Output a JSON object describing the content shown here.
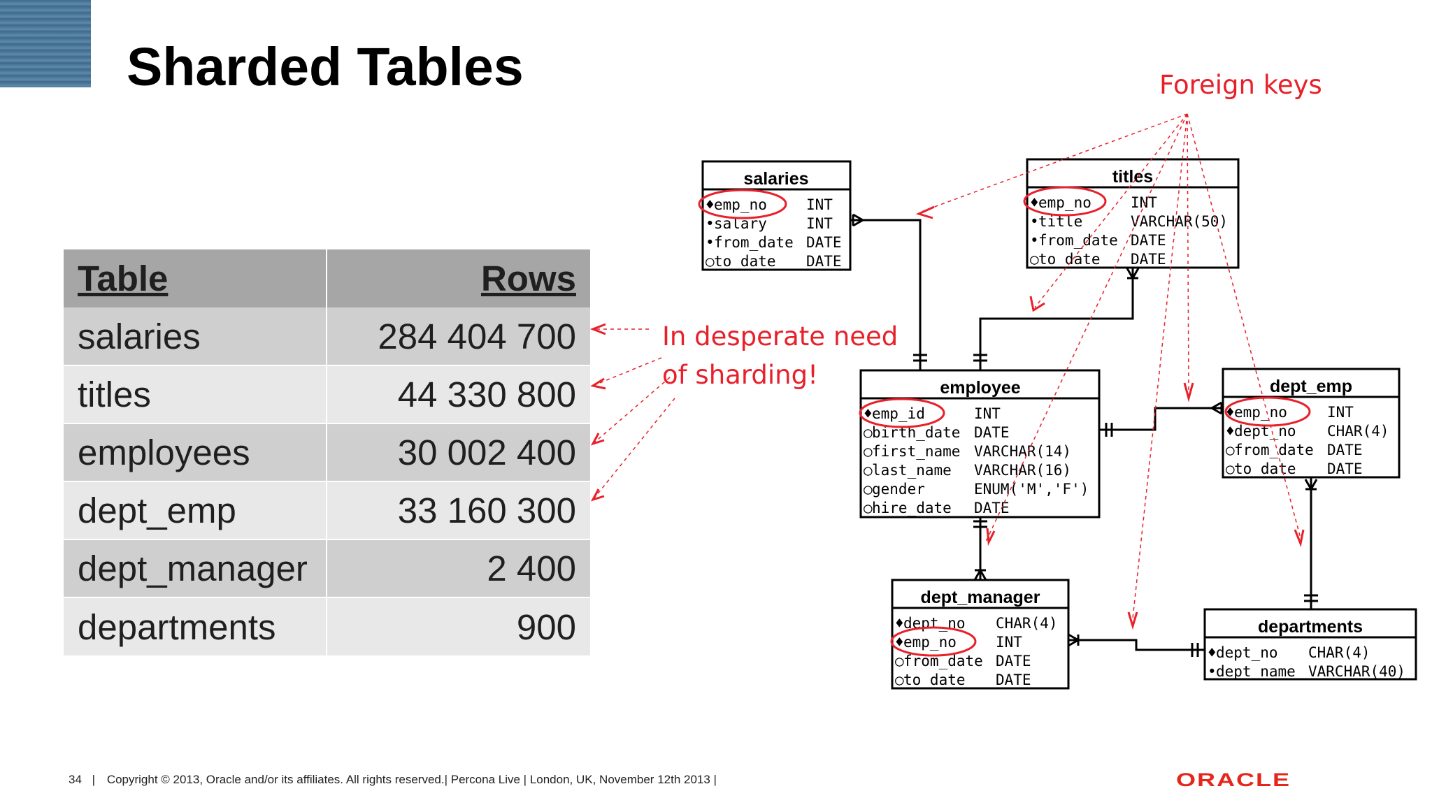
{
  "slide": {
    "title": "Sharded Tables"
  },
  "table": {
    "headers": [
      "Table",
      "Rows"
    ],
    "rows": [
      {
        "name": "salaries",
        "rows": "284 404 700"
      },
      {
        "name": "titles",
        "rows": "44 330 800"
      },
      {
        "name": "employees",
        "rows": "30 002 400"
      },
      {
        "name": "dept_emp",
        "rows": "33 160 300"
      },
      {
        "name": "dept_manager",
        "rows": "2 400"
      },
      {
        "name": "departments",
        "rows": "900"
      }
    ]
  },
  "annotations": {
    "foreign_keys": "Foreign keys",
    "sharding_line1": "In desperate need",
    "sharding_line2": "of sharding!"
  },
  "diagram": {
    "entities": [
      {
        "id": "salaries",
        "name": "salaries",
        "fields": [
          {
            "marker": "♦",
            "name": "emp_no",
            "type": "INT"
          },
          {
            "marker": "•",
            "name": "salary",
            "type": "INT"
          },
          {
            "marker": "•",
            "name": "from_date",
            "type": "DATE"
          },
          {
            "marker": "○",
            "name": "to_date",
            "type": "DATE"
          }
        ]
      },
      {
        "id": "titles",
        "name": "titles",
        "fields": [
          {
            "marker": "♦",
            "name": "emp_no",
            "type": "INT"
          },
          {
            "marker": "•",
            "name": "title",
            "type": "VARCHAR(50)"
          },
          {
            "marker": "•",
            "name": "from_date",
            "type": "DATE"
          },
          {
            "marker": "○",
            "name": "to_date",
            "type": "DATE"
          }
        ]
      },
      {
        "id": "employee",
        "name": "employee",
        "fields": [
          {
            "marker": "♦",
            "name": "emp_id",
            "type": "INT"
          },
          {
            "marker": "○",
            "name": "birth_date",
            "type": "DATE"
          },
          {
            "marker": "○",
            "name": "first_name",
            "type": "VARCHAR(14)"
          },
          {
            "marker": "○",
            "name": "last_name",
            "type": "VARCHAR(16)"
          },
          {
            "marker": "○",
            "name": "gender",
            "type": "ENUM('M','F')"
          },
          {
            "marker": "○",
            "name": "hire_date",
            "type": "DATE"
          }
        ]
      },
      {
        "id": "dept_emp",
        "name": "dept_emp",
        "fields": [
          {
            "marker": "♦",
            "name": "emp_no",
            "type": "INT"
          },
          {
            "marker": "♦",
            "name": "dept_no",
            "type": "CHAR(4)"
          },
          {
            "marker": "○",
            "name": "from_date",
            "type": "DATE"
          },
          {
            "marker": "○",
            "name": "to_date",
            "type": "DATE"
          }
        ]
      },
      {
        "id": "dept_manager",
        "name": "dept_manager",
        "fields": [
          {
            "marker": "♦",
            "name": "dept_no",
            "type": "CHAR(4)"
          },
          {
            "marker": "♦",
            "name": "emp_no",
            "type": "INT"
          },
          {
            "marker": "○",
            "name": "from_date",
            "type": "DATE"
          },
          {
            "marker": "○",
            "name": "to_date",
            "type": "DATE"
          }
        ]
      },
      {
        "id": "departments",
        "name": "departments",
        "fields": [
          {
            "marker": "♦",
            "name": "dept_no",
            "type": "CHAR(4)"
          },
          {
            "marker": "•",
            "name": "dept_name",
            "type": "VARCHAR(40)"
          }
        ]
      }
    ]
  },
  "footer": {
    "page": "34",
    "separator": "|",
    "copyright": "Copyright © 2013, Oracle and/or its affiliates. All rights reserved.| Percona Live | London, UK, November 12th 2013 |",
    "brand": "ORACLE"
  },
  "colors": {
    "annotation_red": "#e8202a",
    "header_gray": "#a6a6a6",
    "row_dark": "#cfcfcf",
    "row_light": "#e8e8e8",
    "brand_red": "#e4261b"
  }
}
